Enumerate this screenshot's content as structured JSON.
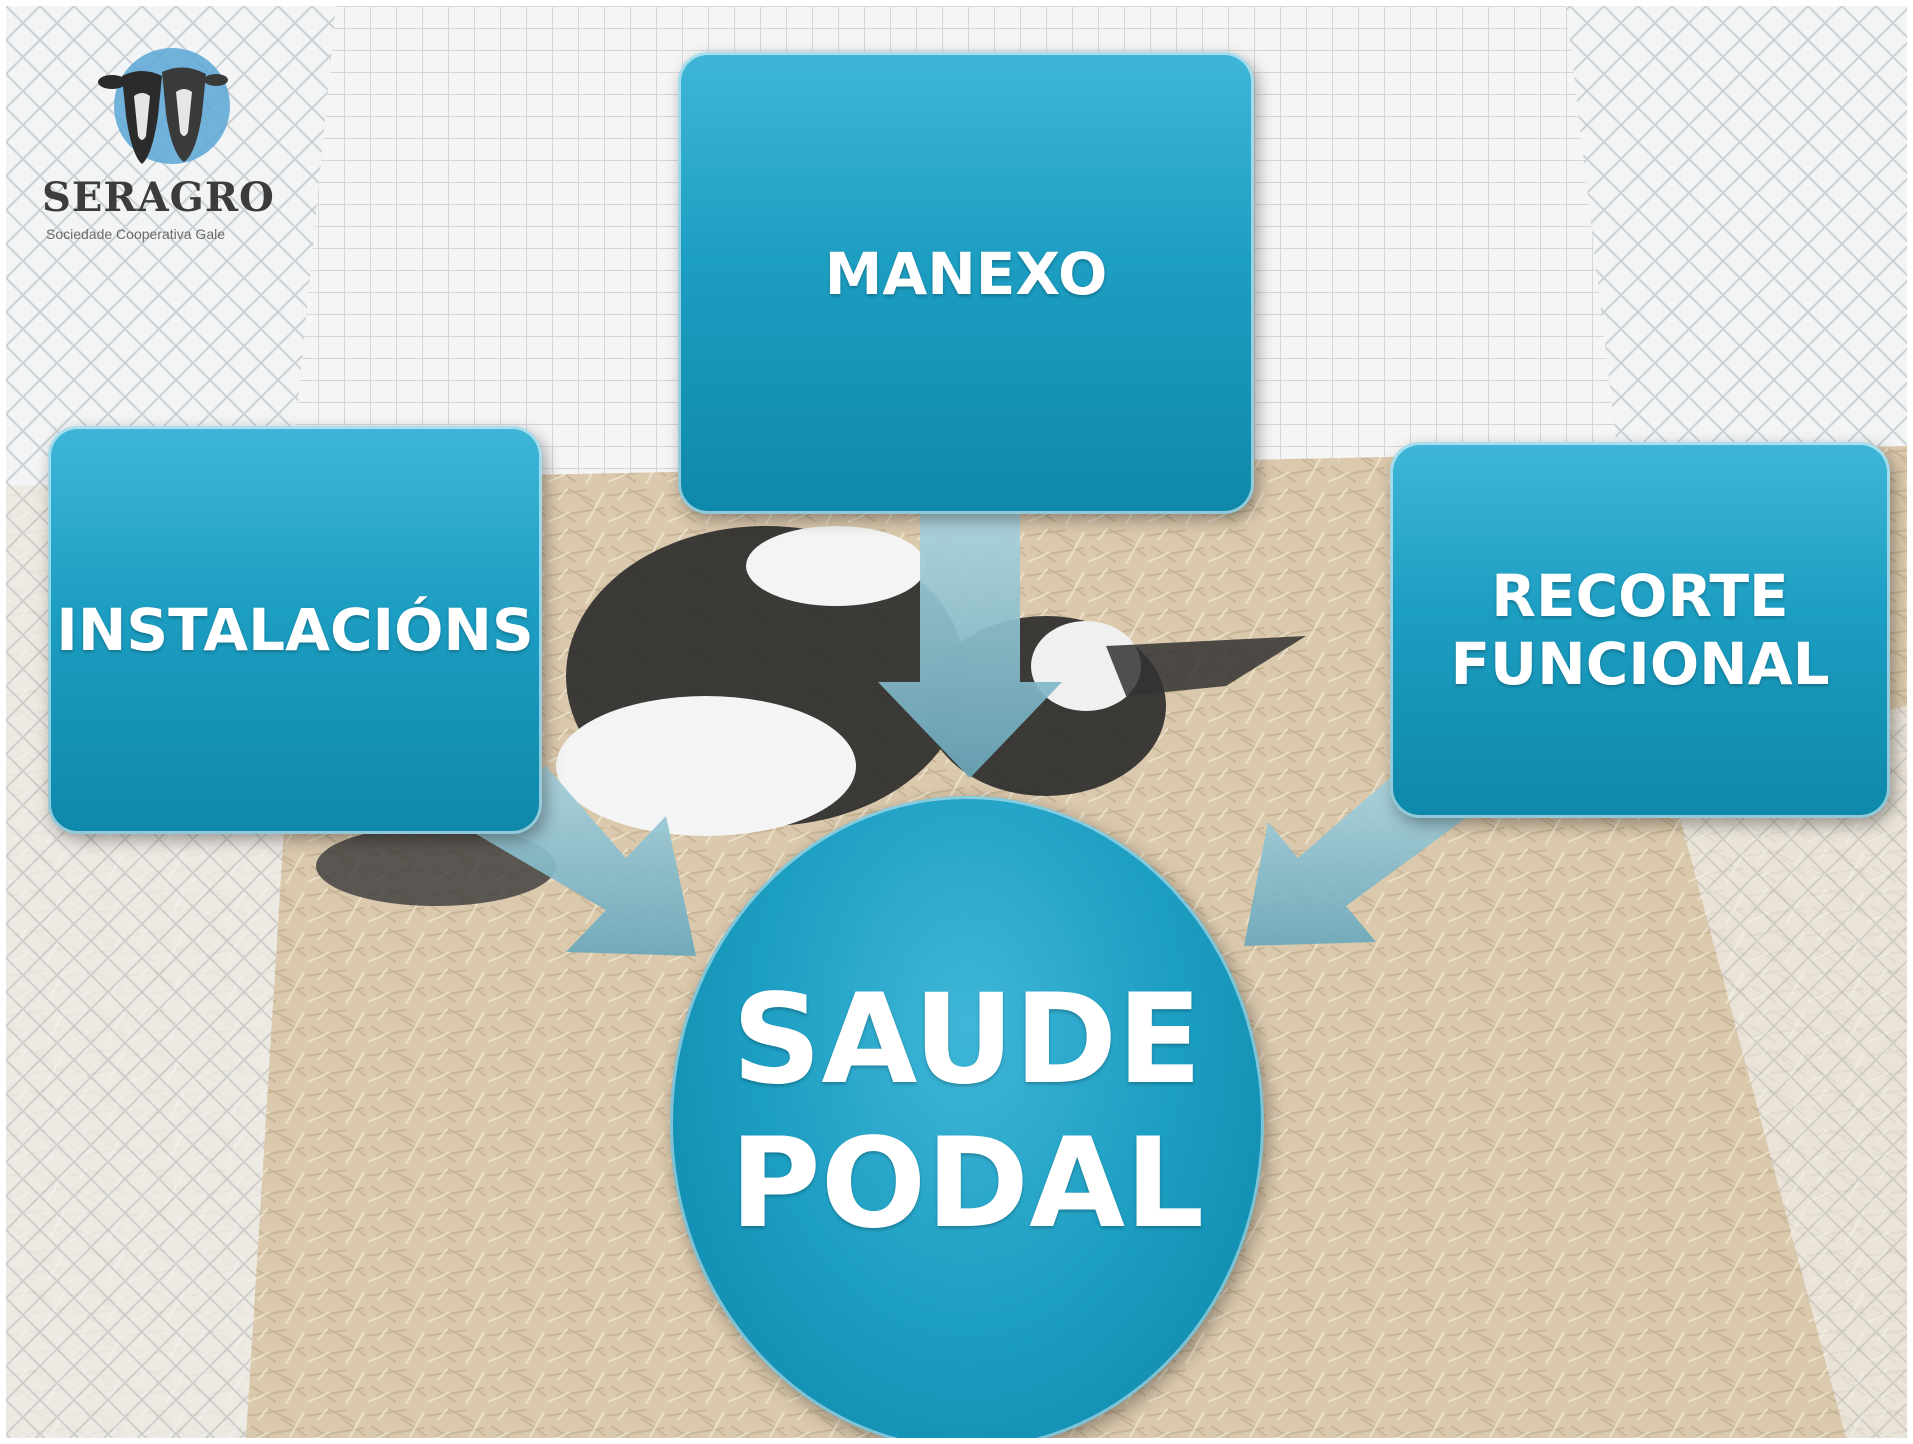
{
  "logo": {
    "name": "SERAGRO",
    "tagline": "Sociedade Cooperativa Gale"
  },
  "diagram": {
    "nodes": {
      "instalacions": "INSTALACIÓNS",
      "manexo": "MANEXO",
      "recorte": "RECORTE\nFUNCIONAL",
      "center": "SAUDE\nPODAL"
    }
  },
  "colors": {
    "box_fill": "#1c9ec2",
    "box_fill_light": "#3fb6d8",
    "arrow_fill": "#7fb8c8",
    "text": "#ffffff"
  }
}
